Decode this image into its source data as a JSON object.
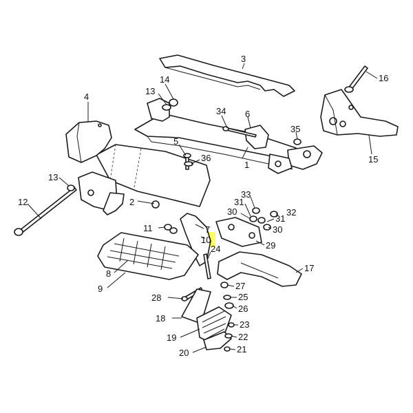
{
  "diagram": {
    "highlight_color": "#ffff66",
    "highlighted_part": "10",
    "labels": [
      {
        "id": "1",
        "text": "1"
      },
      {
        "id": "2",
        "text": "2"
      },
      {
        "id": "3",
        "text": "3"
      },
      {
        "id": "4",
        "text": "4"
      },
      {
        "id": "5",
        "text": "5"
      },
      {
        "id": "6",
        "text": "6"
      },
      {
        "id": "7",
        "text": "7"
      },
      {
        "id": "8",
        "text": "8"
      },
      {
        "id": "9",
        "text": "9"
      },
      {
        "id": "10",
        "text": "10"
      },
      {
        "id": "11",
        "text": "11"
      },
      {
        "id": "12",
        "text": "12"
      },
      {
        "id": "13a",
        "text": "13"
      },
      {
        "id": "13b",
        "text": "13"
      },
      {
        "id": "14",
        "text": "14"
      },
      {
        "id": "15",
        "text": "15"
      },
      {
        "id": "16",
        "text": "16"
      },
      {
        "id": "17",
        "text": "17"
      },
      {
        "id": "18",
        "text": "18"
      },
      {
        "id": "19",
        "text": "19"
      },
      {
        "id": "20",
        "text": "20"
      },
      {
        "id": "21",
        "text": "21"
      },
      {
        "id": "22",
        "text": "22"
      },
      {
        "id": "23",
        "text": "23"
      },
      {
        "id": "24",
        "text": "24"
      },
      {
        "id": "25",
        "text": "25"
      },
      {
        "id": "26",
        "text": "26"
      },
      {
        "id": "27",
        "text": "27"
      },
      {
        "id": "28",
        "text": "28"
      },
      {
        "id": "29",
        "text": "29"
      },
      {
        "id": "30a",
        "text": "30"
      },
      {
        "id": "30b",
        "text": "30"
      },
      {
        "id": "31a",
        "text": "31"
      },
      {
        "id": "31b",
        "text": "31"
      },
      {
        "id": "32",
        "text": "32"
      },
      {
        "id": "33",
        "text": "33"
      },
      {
        "id": "34",
        "text": "34"
      },
      {
        "id": "35",
        "text": "35"
      },
      {
        "id": "36",
        "text": "36"
      }
    ]
  }
}
